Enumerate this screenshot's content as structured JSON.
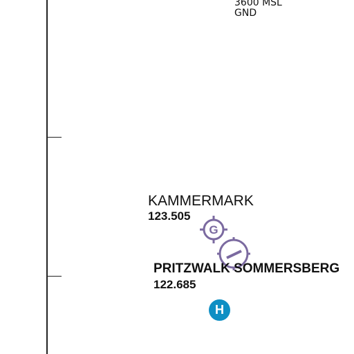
{
  "colors": {
    "frame": "#222222",
    "restricted_area": "#e8332b",
    "airfield_symbol": "#7b6aa0",
    "heliport": "#0e8fc4",
    "text": "#111111"
  },
  "airspace": {
    "upper_limit": "3600 MSL",
    "lower_limit": "GND"
  },
  "airfields": [
    {
      "name": "KAMMERMARK",
      "frequency": "123.505",
      "symbol_letter": "G",
      "icon": "glider-airfield-icon"
    },
    {
      "name": "PRITZWALK SOMMERSBERG",
      "frequency": "122.685",
      "icon": "airfield-runway-icon"
    }
  ],
  "heliport": {
    "letter": "H",
    "icon": "heliport-icon"
  }
}
